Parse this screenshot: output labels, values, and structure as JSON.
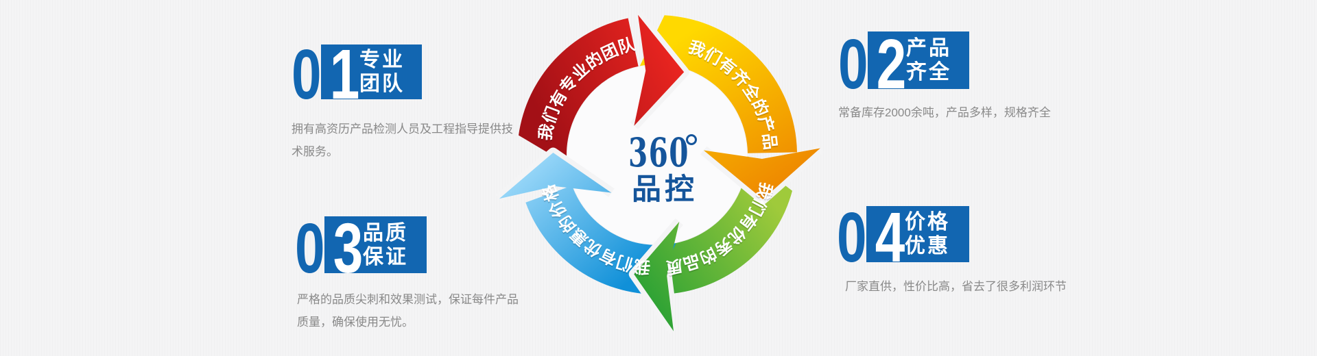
{
  "background_color": "#f4f4f5",
  "accent_blue": "#1266b1",
  "features": [
    {
      "num_left": "0",
      "num_right": "1",
      "title1": "专业",
      "title2": "团队",
      "desc": "拥有高资历产品检测人员及工程指导提供技术服务。"
    },
    {
      "num_left": "0",
      "num_right": "2",
      "title1": "产品",
      "title2": "齐全",
      "desc": "常备库存2000余吨，产品多样，规格齐全"
    },
    {
      "num_left": "0",
      "num_right": "3",
      "title1": "品质",
      "title2": "保证",
      "desc": "严格的品质尖刺和效果测试，保证每件产品质量，确保使用无忧。"
    },
    {
      "num_left": "0",
      "num_right": "4",
      "title1": "价格",
      "title2": "优惠",
      "desc": "厂家直供，性价比高，省去了很多利润环节"
    }
  ],
  "center": {
    "number": "360",
    "sub": "品控",
    "color": "#15559b"
  },
  "arrows": [
    {
      "name": "team",
      "label": "我们有专业的团队",
      "color_start": "#a31016",
      "color_end": "#ea2520"
    },
    {
      "name": "products",
      "label": "我们有齐全的产品",
      "color_start": "#ffd900",
      "color_end": "#ee8800"
    },
    {
      "name": "quality",
      "label": "我们有优秀的品质",
      "color_start": "#9fca3b",
      "color_end": "#30a335"
    },
    {
      "name": "price",
      "label": "我们有优惠的价格",
      "color_start": "#1090d8",
      "color_end": "#93d4f7"
    }
  ]
}
